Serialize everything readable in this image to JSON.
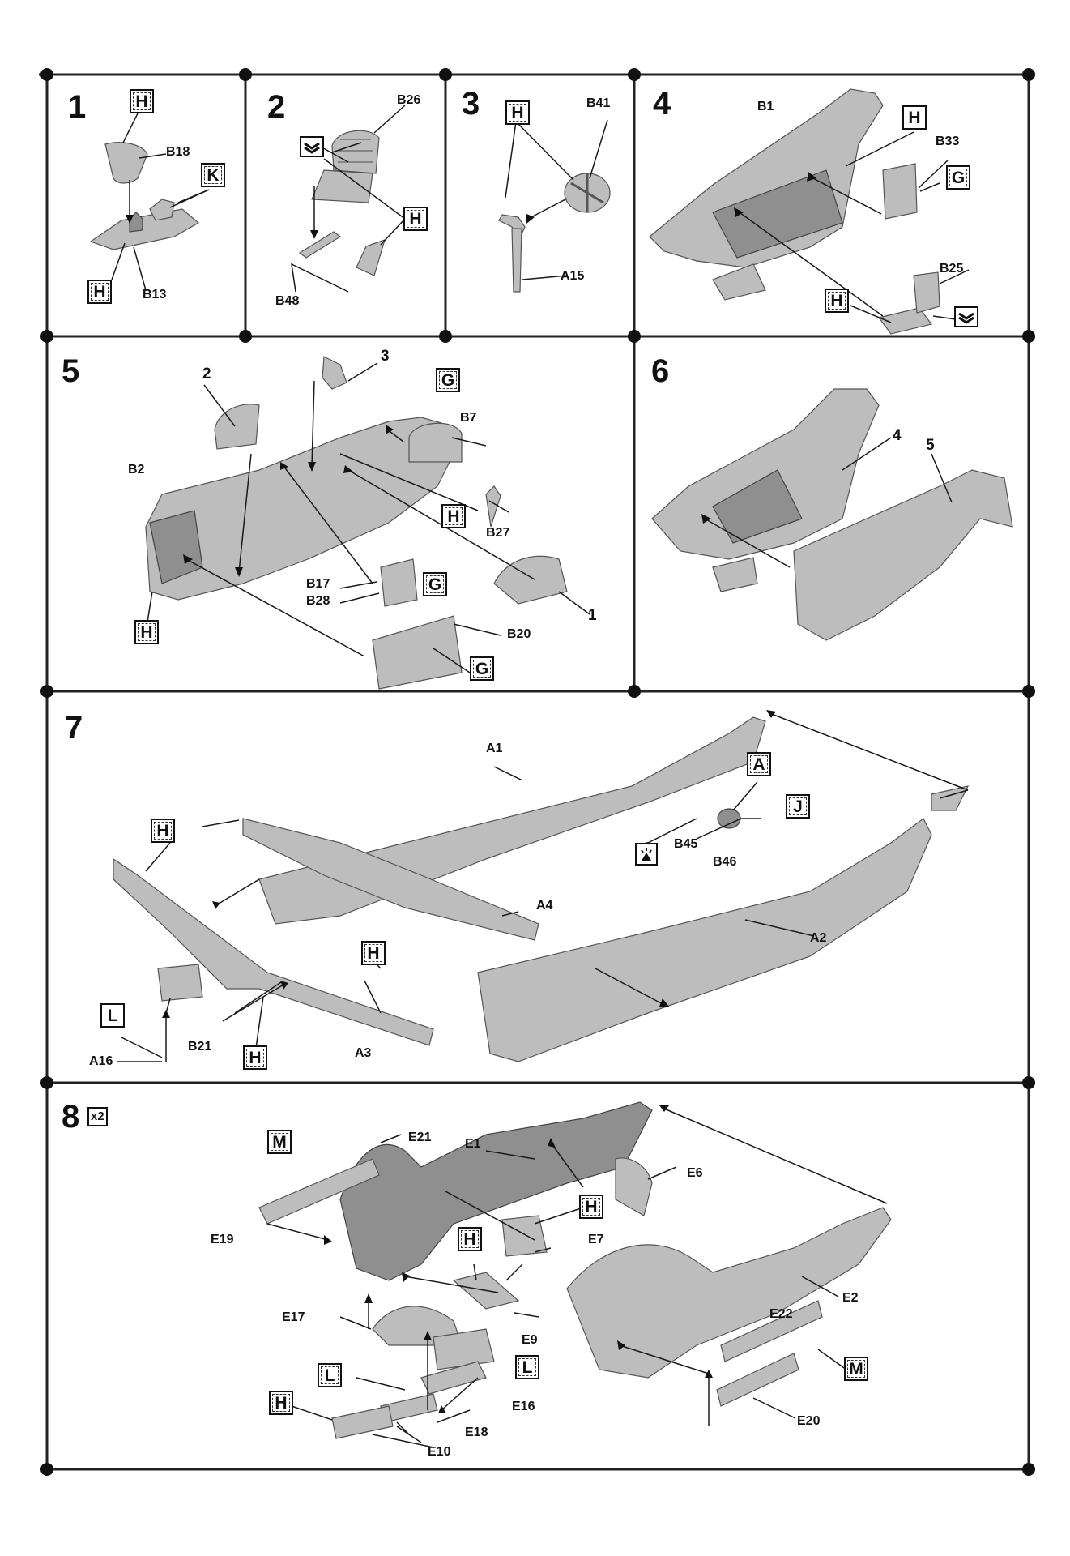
{
  "steps": [
    {
      "number": "1"
    },
    {
      "number": "2"
    },
    {
      "number": "3"
    },
    {
      "number": "4"
    },
    {
      "number": "5"
    },
    {
      "number": "6"
    },
    {
      "number": "7"
    },
    {
      "number": "8",
      "multiplier": "x2"
    }
  ],
  "part_labels": {
    "B18": "B18",
    "B13": "B13",
    "B26": "B26",
    "B48": "B48",
    "B41": "B41",
    "A15": "A15",
    "B1": "B1",
    "B33": "B33",
    "B25": "B25",
    "B2": "B2",
    "B7": "B7",
    "B27": "B27",
    "B17": "B17",
    "B28": "B28",
    "B20": "B20",
    "A1": "A1",
    "A2": "A2",
    "A3": "A3",
    "A4": "A4",
    "A16": "A16",
    "B21": "B21",
    "B45": "B45",
    "B46": "B46",
    "E1": "E1",
    "E2": "E2",
    "E6": "E6",
    "E7": "E7",
    "E9": "E9",
    "E10": "E10",
    "E16": "E16",
    "E17": "E17",
    "E18": "E18",
    "E19": "E19",
    "E20": "E20",
    "E21": "E21",
    "E22": "E22"
  },
  "subassembly_refs": {
    "s1": "1",
    "s2": "2",
    "s3": "3",
    "s4": "4",
    "s5": "5"
  },
  "paint_codes": {
    "H": "H",
    "K": "K",
    "G": "G",
    "A": "A",
    "J": "J",
    "L": "L",
    "M": "M"
  },
  "icons": [
    "decal-icon",
    "light-icon"
  ]
}
